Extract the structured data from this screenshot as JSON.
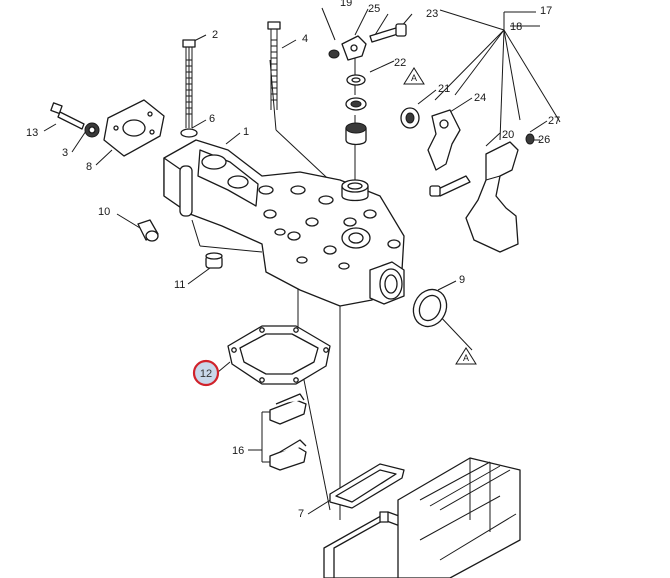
{
  "callouts": [
    {
      "id": "c1",
      "text": "1"
    },
    {
      "id": "c2",
      "text": "2"
    },
    {
      "id": "c3",
      "text": "3"
    },
    {
      "id": "c4",
      "text": "4"
    },
    {
      "id": "c6",
      "text": "6"
    },
    {
      "id": "c7",
      "text": "7"
    },
    {
      "id": "c8",
      "text": "8"
    },
    {
      "id": "c9",
      "text": "9"
    },
    {
      "id": "c10",
      "text": "10"
    },
    {
      "id": "c11",
      "text": "11"
    },
    {
      "id": "c13",
      "text": "13"
    },
    {
      "id": "c16",
      "text": "16"
    },
    {
      "id": "c17",
      "text": "17"
    },
    {
      "id": "c18",
      "text": "18"
    },
    {
      "id": "c19",
      "text": "19"
    },
    {
      "id": "c20",
      "text": "20"
    },
    {
      "id": "c21",
      "text": "21"
    },
    {
      "id": "c22",
      "text": "22"
    },
    {
      "id": "c23",
      "text": "23"
    },
    {
      "id": "c24",
      "text": "24"
    },
    {
      "id": "c25",
      "text": "25"
    },
    {
      "id": "c26",
      "text": "26"
    },
    {
      "id": "c27",
      "text": "27"
    }
  ],
  "reference_marker": "A",
  "highlighted_callout": {
    "text": "12",
    "border_color": "#d0222b",
    "fill_color": "#c9d7ea"
  }
}
